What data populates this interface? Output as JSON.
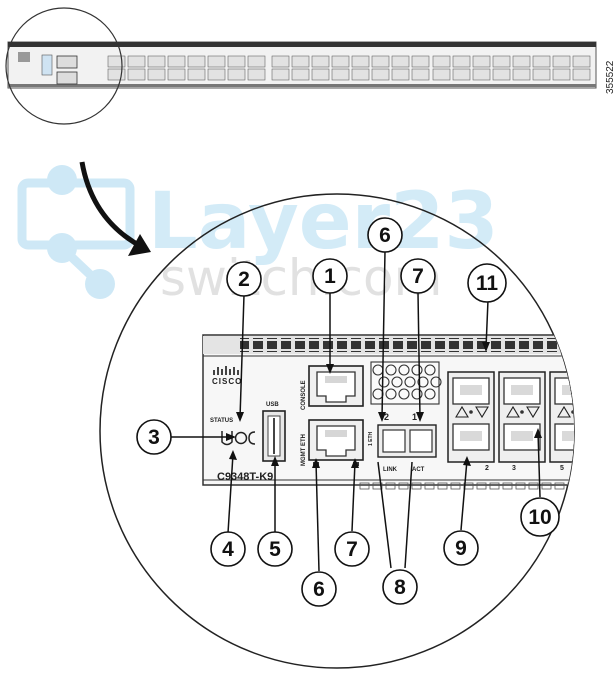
{
  "figure_id": "355522",
  "watermark": {
    "brand": "Layer23",
    "sub": "switch.com"
  },
  "switch_labels": {
    "brand": "CISCO",
    "model": "C9348T-K9",
    "status": "STATUS",
    "usb": "USB",
    "console": "CONSOLE",
    "mgmt": "MGMT ETH",
    "link": "LINK",
    "act": "ACT",
    "port2": "2",
    "port3": "3",
    "port5": "5",
    "eth_small": "1 ETH"
  },
  "callouts": [
    {
      "id": "callout-1",
      "label": "1"
    },
    {
      "id": "callout-2",
      "label": "2"
    },
    {
      "id": "callout-3",
      "label": "3"
    },
    {
      "id": "callout-4",
      "label": "4"
    },
    {
      "id": "callout-5",
      "label": "5"
    },
    {
      "id": "callout-6a",
      "label": "6"
    },
    {
      "id": "callout-6b",
      "label": "6"
    },
    {
      "id": "callout-7a",
      "label": "7"
    },
    {
      "id": "callout-7b",
      "label": "7"
    },
    {
      "id": "callout-8",
      "label": "8"
    },
    {
      "id": "callout-9",
      "label": "9"
    },
    {
      "id": "callout-10",
      "label": "10"
    },
    {
      "id": "callout-11",
      "label": "11"
    }
  ]
}
